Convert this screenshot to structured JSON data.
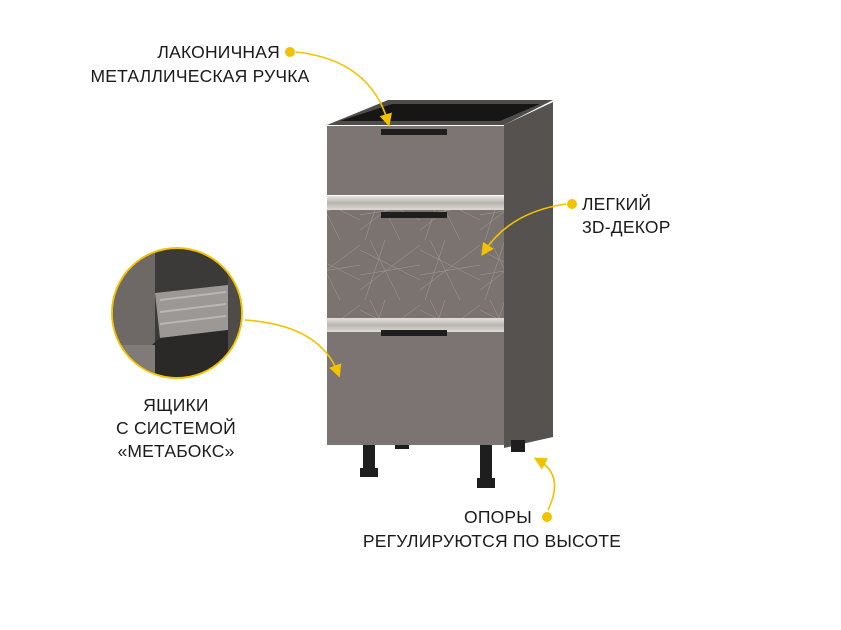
{
  "callouts": {
    "handle": {
      "line1": "ЛАКОНИЧНАЯ",
      "line2": "МЕТАЛЛИЧЕСКАЯ РУЧКА"
    },
    "decor": {
      "line1": "ЛЕГКИЙ",
      "line2": "3D-ДЕКОР"
    },
    "drawers": {
      "line1": "ЯЩИКИ",
      "line2": "С СИСТЕМОЙ",
      "line3": "«МЕТАБОКС»"
    },
    "legs": {
      "line1": "ОПОРЫ",
      "line2": "РЕГУЛИРУЮТСЯ ПО ВЫСОТЕ"
    }
  },
  "colors": {
    "accent": "#f2c200",
    "body": "#5e5b59",
    "front": "#7b7472",
    "handle": "#1e1e1e",
    "strip": "#c9c6c2"
  }
}
